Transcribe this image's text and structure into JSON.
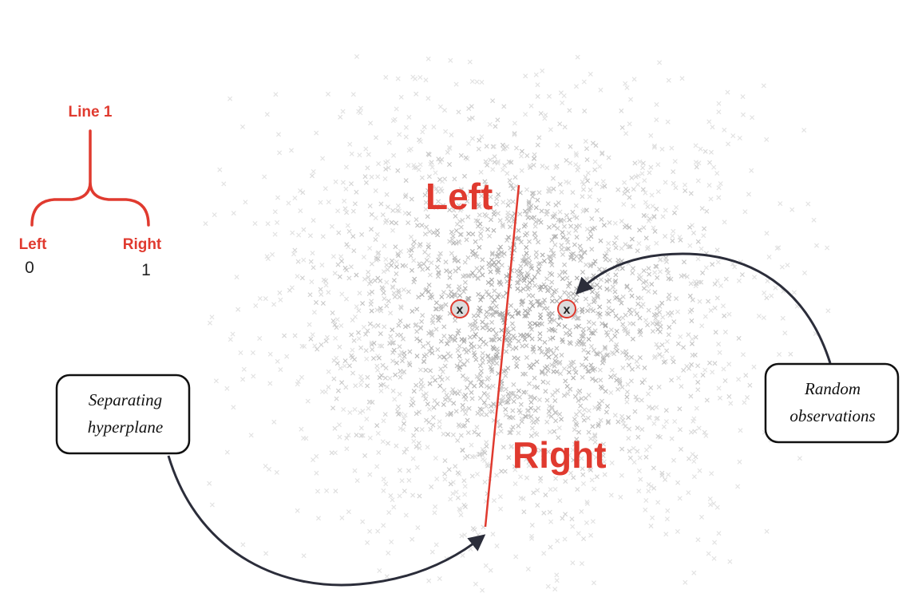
{
  "colors": {
    "accent_red": "#e03a2f",
    "arrow_dark": "#2b2d3a",
    "point_gray": "#9a9a9a",
    "label_black": "#222222"
  },
  "tree": {
    "root_label": "Line 1",
    "left_label": "Left",
    "right_label": "Right",
    "left_value": "0",
    "right_value": "1"
  },
  "plot": {
    "left_region_label": "Left",
    "right_region_label": "Right",
    "marker_glyph": "x"
  },
  "callouts": {
    "separating_line1": "Separating",
    "separating_line2": "hyperplane",
    "random_line1": "Random",
    "random_line2": "observations"
  },
  "icons": {
    "scatter_point": "x-mark",
    "observation_marker": "circled-x-icon",
    "arrow": "curved-arrow-icon"
  }
}
